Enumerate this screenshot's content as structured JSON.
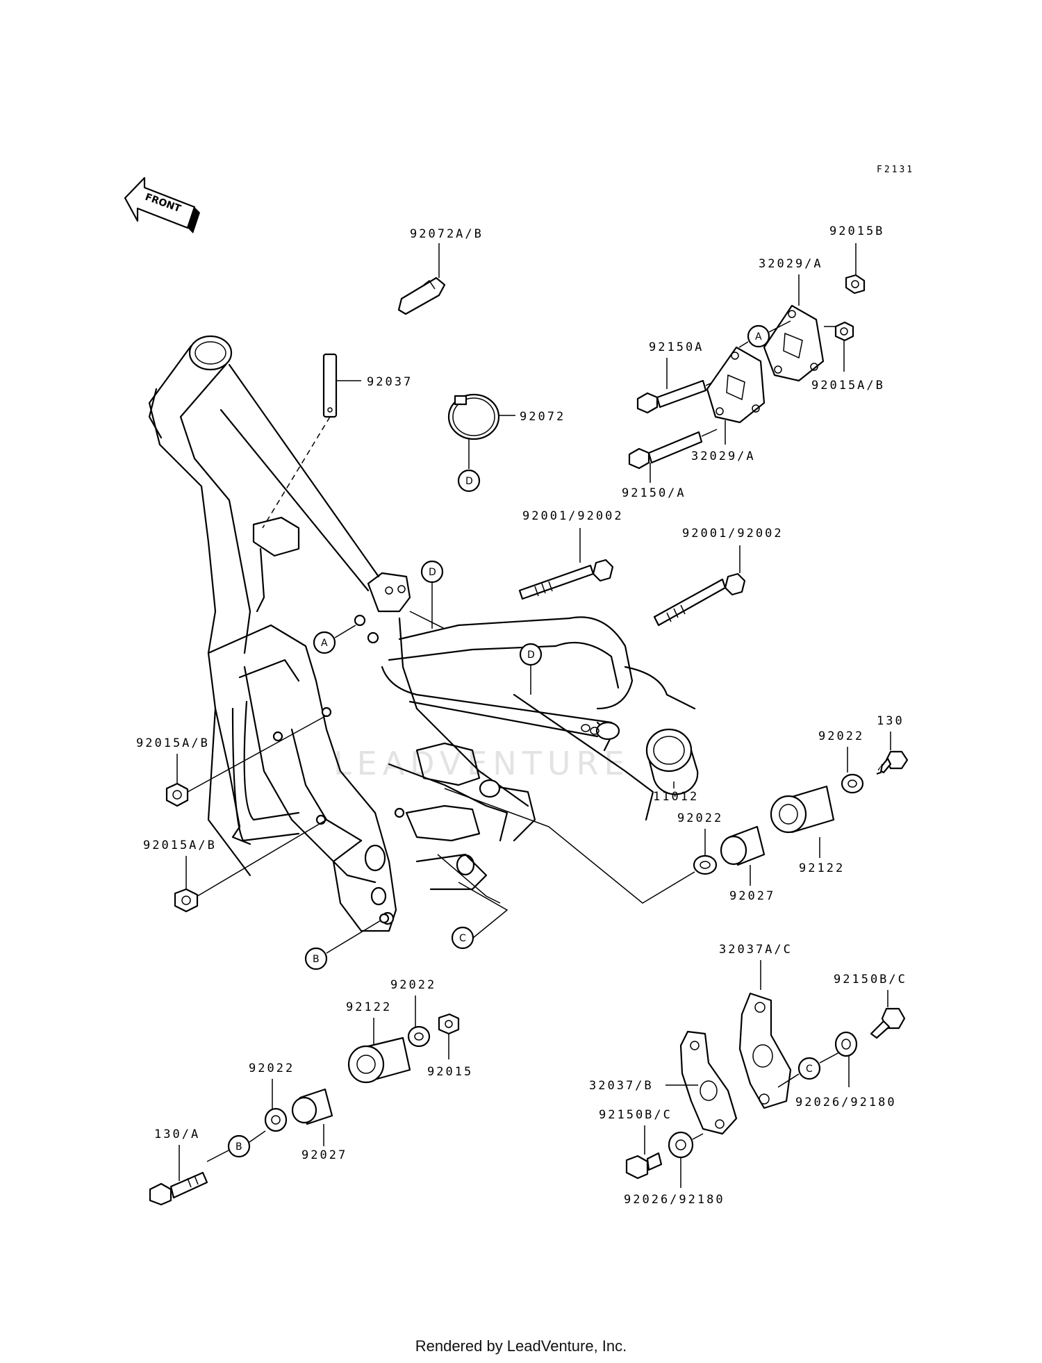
{
  "diagram": {
    "code": "F2131",
    "front_label": "FRONT",
    "watermark": "LEADVENTURE",
    "footer": "Rendered by LeadVenture, Inc.",
    "callouts": [
      {
        "id": "92072-ab",
        "text": "92072A/B"
      },
      {
        "id": "92037",
        "text": "92037"
      },
      {
        "id": "92072",
        "text": "92072"
      },
      {
        "id": "92015b",
        "text": "92015B"
      },
      {
        "id": "32029-a-top",
        "text": "32029/A"
      },
      {
        "id": "92150a",
        "text": "92150A"
      },
      {
        "id": "92015-ab-right",
        "text": "92015A/B"
      },
      {
        "id": "32029-a-bottom",
        "text": "32029/A"
      },
      {
        "id": "92150-a",
        "text": "92150/A"
      },
      {
        "id": "92001-92002-left",
        "text": "92001/92002"
      },
      {
        "id": "92001-92002-right",
        "text": "92001/92002"
      },
      {
        "id": "92015-ab-mid",
        "text": "92015A/B"
      },
      {
        "id": "92015-ab-low",
        "text": "92015A/B"
      },
      {
        "id": "11012",
        "text": "11012"
      },
      {
        "id": "92022-mid",
        "text": "92022"
      },
      {
        "id": "92022-right",
        "text": "92022"
      },
      {
        "id": "130",
        "text": "130"
      },
      {
        "id": "92122-right",
        "text": "92122"
      },
      {
        "id": "92027-right",
        "text": "92027"
      },
      {
        "id": "32037-ac",
        "text": "32037A/C"
      },
      {
        "id": "92150-bc-right",
        "text": "92150B/C"
      },
      {
        "id": "92022-bottom",
        "text": "92022"
      },
      {
        "id": "92122-bottom",
        "text": "92122"
      },
      {
        "id": "92015",
        "text": "92015"
      },
      {
        "id": "92022-bottom-left",
        "text": "92022"
      },
      {
        "id": "32037-b",
        "text": "32037/B"
      },
      {
        "id": "92026-92180-right",
        "text": "92026/92180"
      },
      {
        "id": "92150-bc-left",
        "text": "92150B/C"
      },
      {
        "id": "130-a",
        "text": "130/A"
      },
      {
        "id": "92027-bottom",
        "text": "92027"
      },
      {
        "id": "92026-92180-bottom",
        "text": "92026/92180"
      }
    ],
    "refs": {
      "a": "A",
      "b": "B",
      "c": "C",
      "d": "D"
    }
  }
}
